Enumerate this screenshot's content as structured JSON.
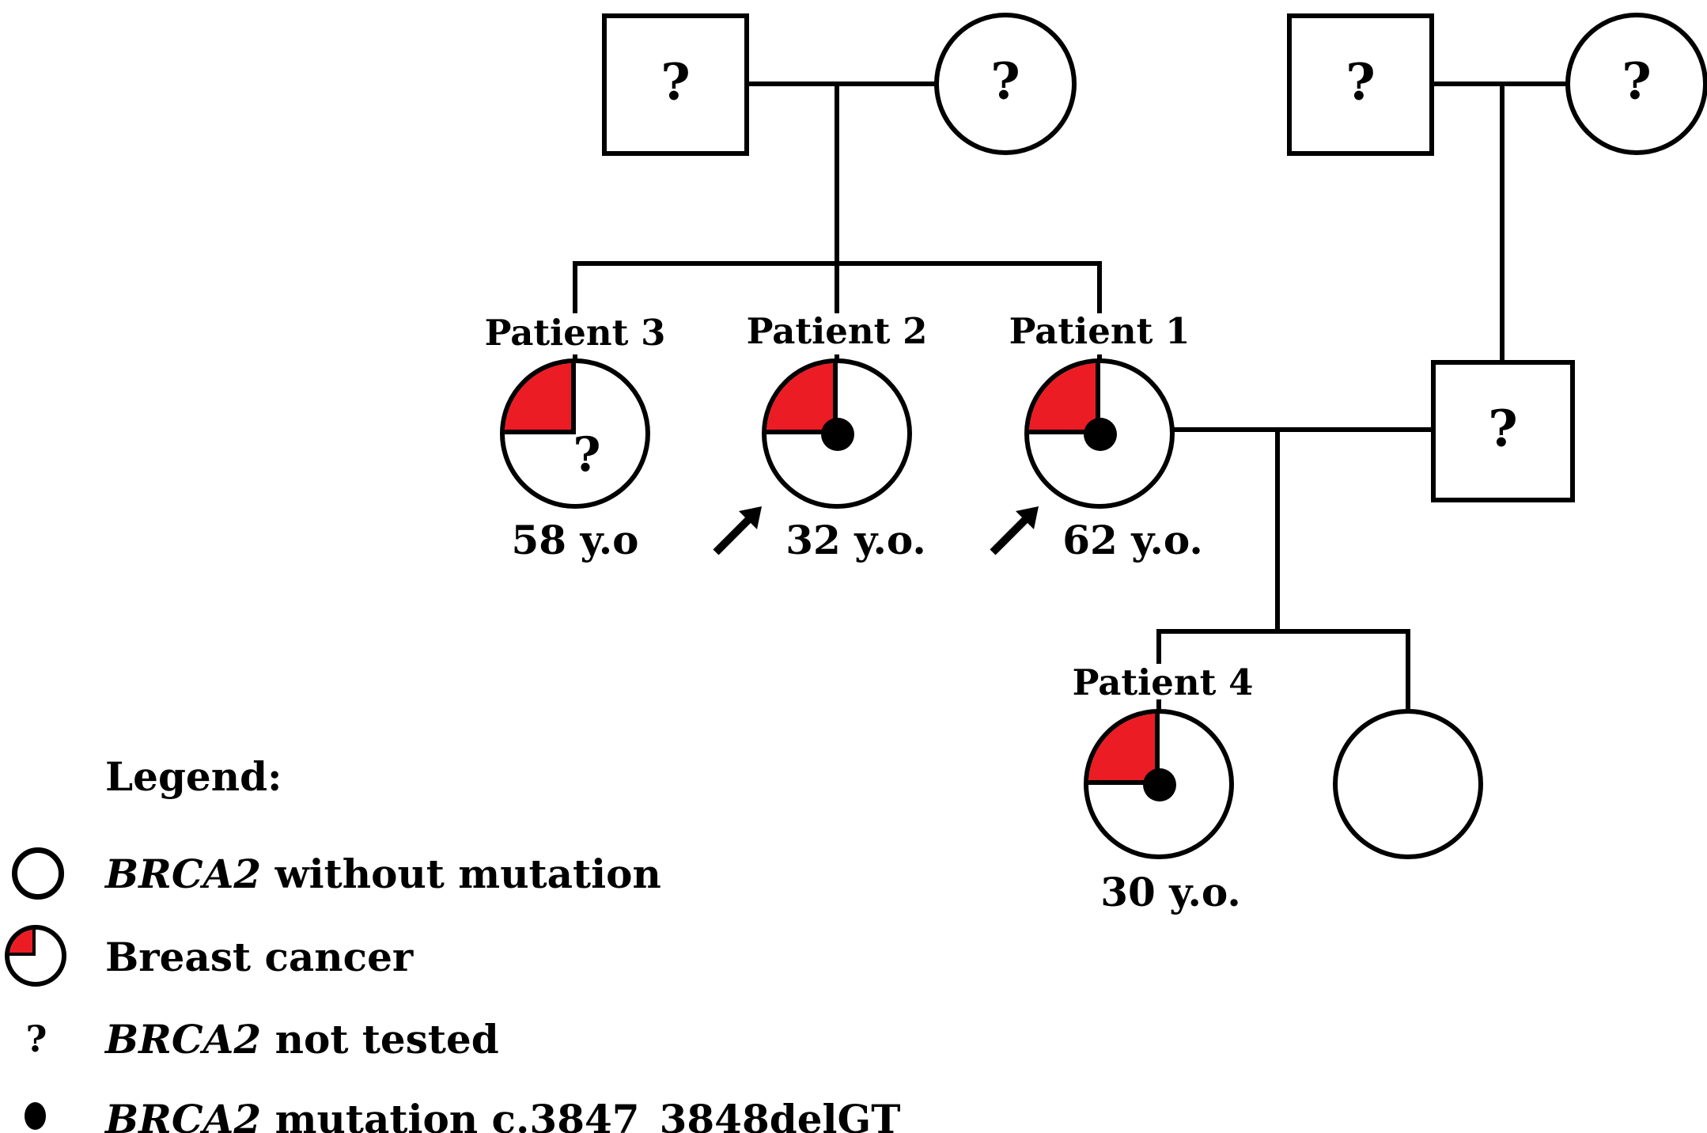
{
  "figure": {
    "unknown_mark": "?",
    "colors": {
      "affected_red": "#EC1C24",
      "line_black": "#000000"
    },
    "generation1": {
      "left_father_mark": "?",
      "left_mother_mark": "?",
      "right_father_mark": "?",
      "right_mother_mark": "?"
    },
    "husband_mark": "?",
    "patients": [
      {
        "id": "patient3",
        "label": "Patient 3",
        "age": "58 y.o",
        "mark": "?",
        "proband": false,
        "mutation_dot": false
      },
      {
        "id": "patient2",
        "label": "Patient 2",
        "age": "32 y.o.",
        "mark": "",
        "proband": true,
        "mutation_dot": true
      },
      {
        "id": "patient1",
        "label": "Patient 1",
        "age": "62 y.o.",
        "mark": "",
        "proband": true,
        "mutation_dot": true
      },
      {
        "id": "patient4",
        "label": "Patient 4",
        "age": "30 y.o.",
        "mark": "",
        "proband": false,
        "mutation_dot": true
      }
    ],
    "legend": {
      "title": "Legend:",
      "items": [
        {
          "icon": "circle-outline-icon",
          "gene": "BRCA2",
          "text": " without mutation"
        },
        {
          "icon": "circle-quarter-red-icon",
          "gene": "",
          "text": "Breast cancer"
        },
        {
          "icon": "question-mark-icon",
          "symbol": "?",
          "gene": "BRCA2",
          "text": " not tested"
        },
        {
          "icon": "mutation-dot-icon",
          "symbol": "●",
          "gene": "BRCA2",
          "text": " mutation c.3847_3848delGT"
        }
      ]
    }
  }
}
